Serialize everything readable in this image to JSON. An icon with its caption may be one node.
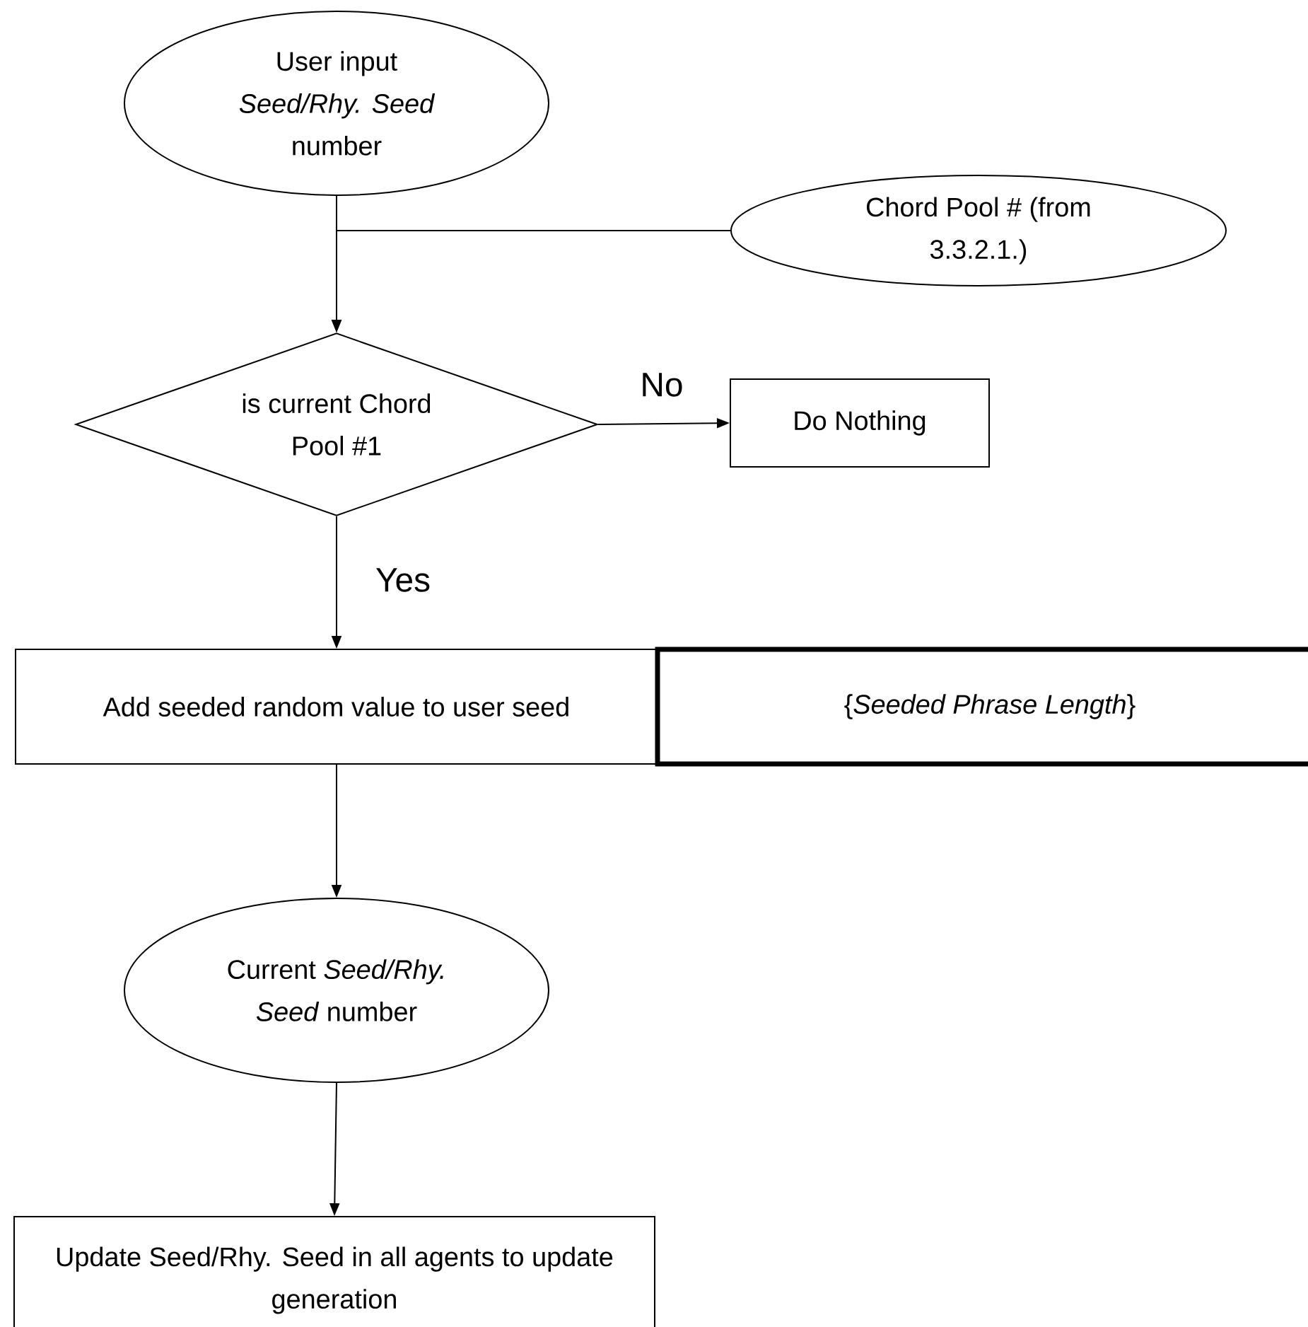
{
  "diagram": {
    "nodes": [
      {
        "text": [
          "User input *Seed/Rhy. Seed* number"
        ]
      },
      {
        "text": [
          "Chord Pool # (from 3.3.2.1.)"
        ]
      },
      {
        "text": [
          "is current Chord Pool #1"
        ]
      },
      {
        "text": [
          "Do Nothing"
        ]
      },
      {
        "text": [
          "Add seeded random value to user seed"
        ]
      },
      {
        "text": [
          "{*Seeded Phrase Length*}"
        ]
      },
      {
        "text": [
          "Current *Seed/Rhy. Seed* number"
        ]
      },
      {
        "text": [
          "Update Seed/Rhy. Seed in all agents to update generation"
        ]
      }
    ],
    "edges": [
      {
        "from": 0,
        "to": 2,
        "arrow": "to"
      },
      {
        "from": 1,
        "to": 2,
        "arrow": "to"
      },
      {
        "from": 2,
        "to": 3,
        "arrow": "to",
        "label": "No"
      },
      {
        "from": 2,
        "to": 4,
        "arrow": "to",
        "label": "Yes"
      },
      {
        "from": 4,
        "to": 6,
        "arrow": "to"
      },
      {
        "from": 6,
        "to": 7,
        "arrow": "to"
      }
    ]
  }
}
